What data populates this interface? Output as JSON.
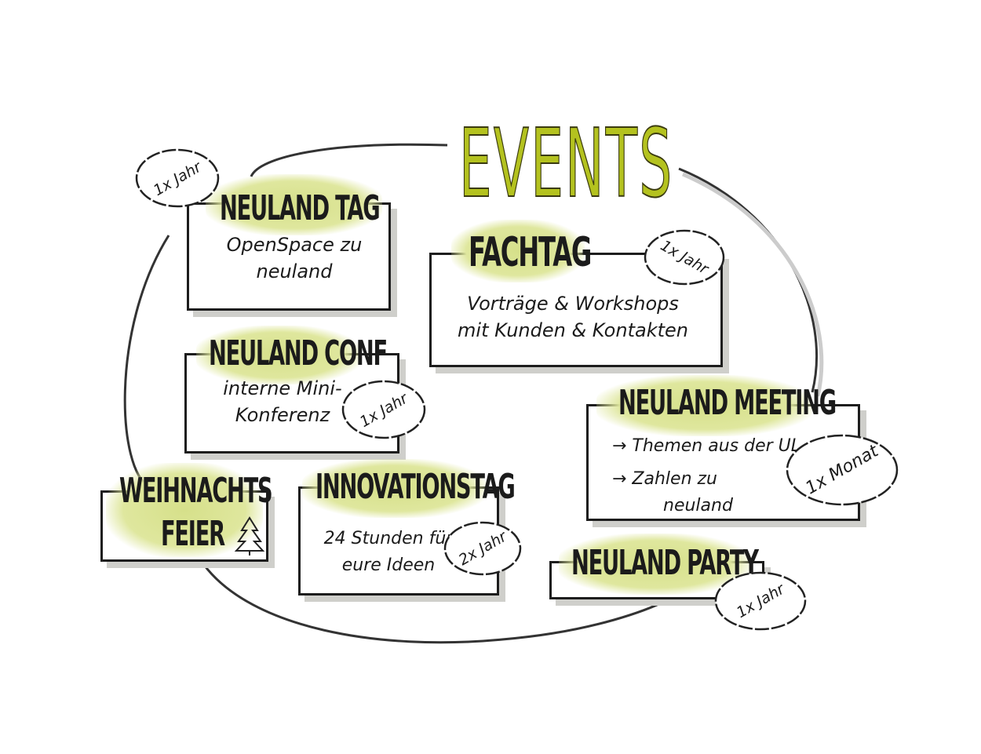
{
  "title": "EVENTS",
  "accent_color": "#b4c21f",
  "highlight_color": "#d6e08a",
  "events": [
    {
      "id": "neuland-tag",
      "title": "NEULAND TAG",
      "body": [
        "OpenSpace zu",
        "neuland"
      ],
      "frequency": "1x Jahr"
    },
    {
      "id": "fachtag",
      "title": "FACHTAG",
      "body": [
        "Vorträge & Workshops",
        "mit Kunden & Kontakten"
      ],
      "frequency": "1x Jahr"
    },
    {
      "id": "neuland-conf",
      "title": "NEULAND CONF",
      "body": [
        "interne Mini-",
        "Konferenz"
      ],
      "frequency": "1x Jahr"
    },
    {
      "id": "neuland-meeting",
      "title": "NEULAND MEETING",
      "body": [
        "→ Themen aus der UL",
        "→ Zahlen zu",
        "neuland"
      ],
      "frequency": "1x Monat"
    },
    {
      "id": "weihnachtsfeier",
      "title": "WEIHNACHTS",
      "title2": "FEIER",
      "icon": "tree-icon"
    },
    {
      "id": "innovationstag",
      "title": "INNOVATIONSTAG",
      "body": [
        "24 Stunden für",
        "eure Ideen"
      ],
      "frequency": "2x Jahr"
    },
    {
      "id": "neuland-party",
      "title": "NEULAND PARTY",
      "frequency": "1x Jahr"
    }
  ]
}
